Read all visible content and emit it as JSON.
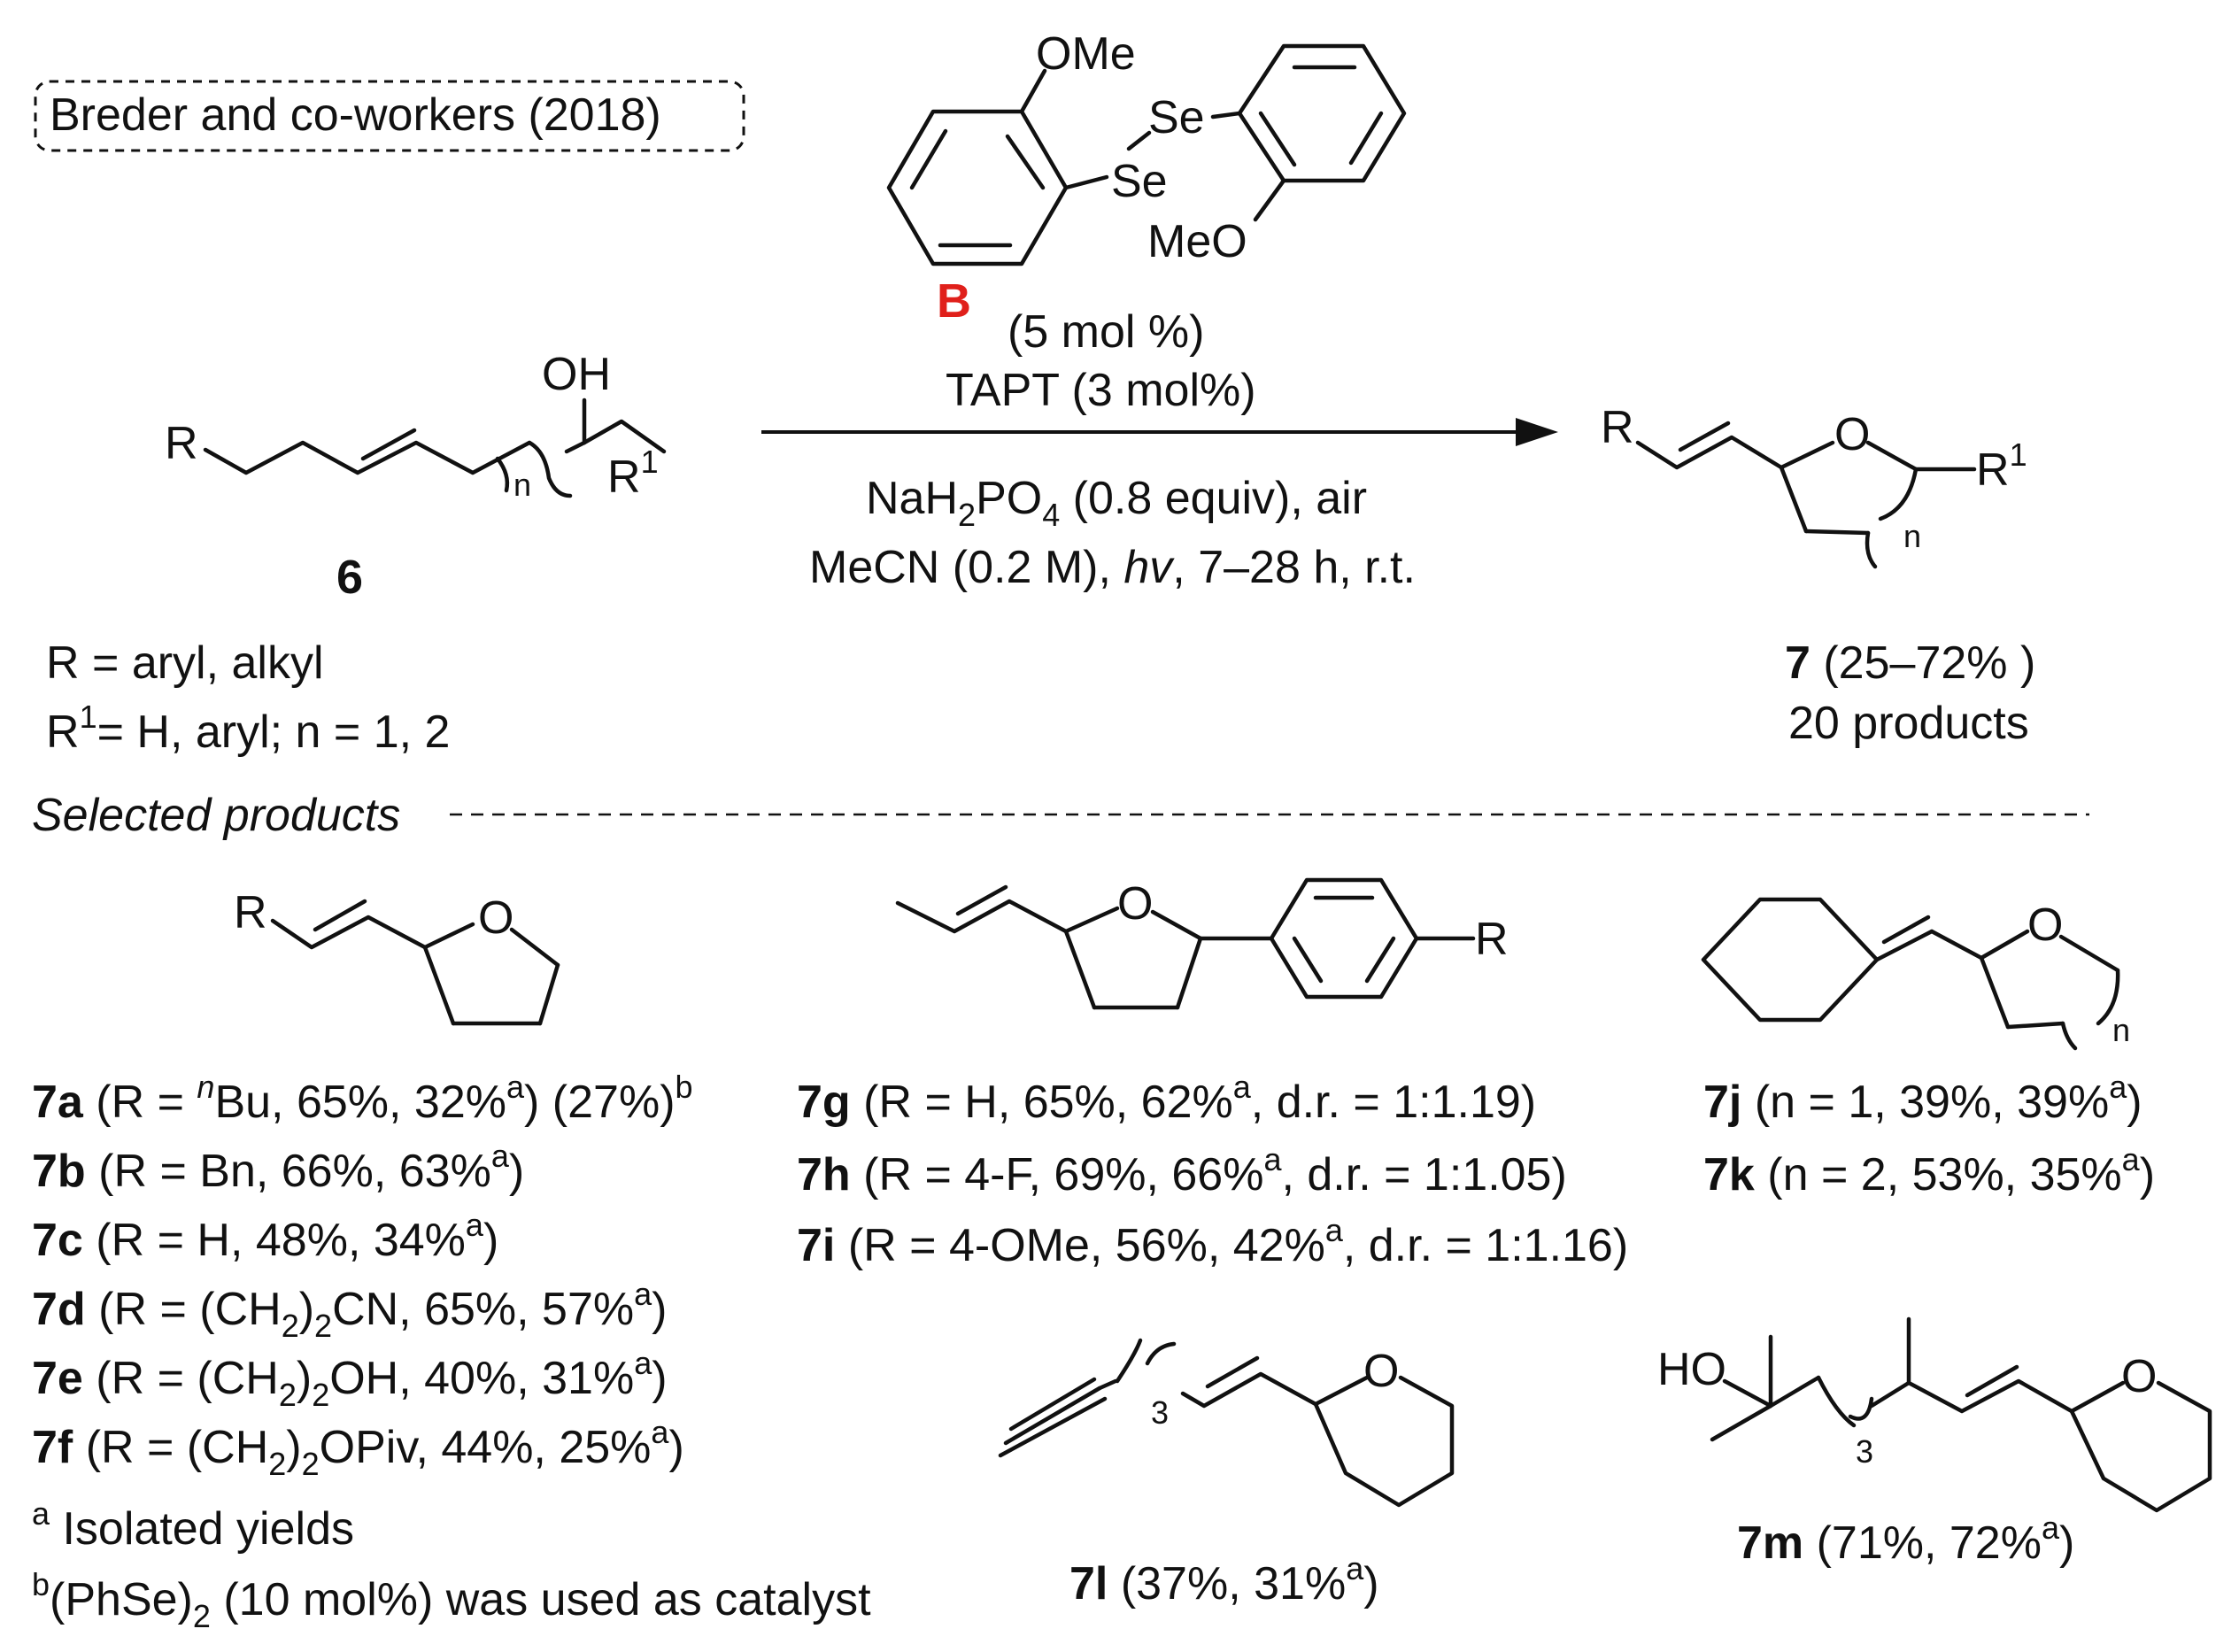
{
  "header": {
    "citation": "Breder and co-workers (2018)"
  },
  "catalyst": {
    "label": "B",
    "label_color": "#e0201b",
    "substituent_top": "OMe",
    "substituent_bottom": "MeO",
    "selenium_1": "Se",
    "selenium_2": "Se",
    "loading": "(5 mol %)"
  },
  "conditions": {
    "above_arrow": [
      "TAPT (3 mol%)"
    ],
    "reagent_line": {
      "a": "NaH",
      "a_sub": "2",
      "b": "PO",
      "b_sub": "4",
      "c": " (0.8 equiv), air"
    },
    "solvent_line": {
      "a": "MeCN (0.2 M), ",
      "hv": "hv",
      "b": ", 7–28 h, r.t."
    }
  },
  "substrate": {
    "number": "6",
    "oh": "OH",
    "r": "R",
    "r1": "R",
    "r1_sup": "1",
    "n": "n",
    "def_line1": "R = aryl, alkyl",
    "def_line2": {
      "r": "R",
      "sup": "1",
      "rest": "= H, aryl; n = 1, 2"
    }
  },
  "product": {
    "number": "7",
    "yield": " (25–72% )",
    "count": "20 products",
    "r": "R",
    "o": "O",
    "r1": "R",
    "r1_sup": "1",
    "n": "n"
  },
  "selected": {
    "heading": "Selected products",
    "group1": {
      "struct_r": "R",
      "struct_o": "O",
      "rows": [
        {
          "id": "7a",
          "parts": [
            " (R = ",
            "n",
            "Bu, 65%, 32%",
            "a",
            ") (27%)",
            "b"
          ]
        },
        {
          "id": "7b",
          "text": " (R = Bn, 66%, 63%",
          "sup": "a",
          "close": ")"
        },
        {
          "id": "7c",
          "text": " (R = H, 48%, 34%",
          "sup": "a",
          "close": ")"
        },
        {
          "id": "7d",
          "pre": " (R = (CH",
          "sub": "2",
          "post": ")",
          "post2": "CN, 65%, 57%",
          "sup": "a",
          "close": ")"
        },
        {
          "id": "7e",
          "pre": " (R = (CH",
          "sub": "2",
          "post": ")",
          "post2": "OH, 40%, 31%",
          "sup": "a",
          "close": ")"
        },
        {
          "id": "7f",
          "pre": " (R = (CH",
          "sub": "2",
          "post": ")",
          "post2": "OPiv, 44%, 25%",
          "sup": "a",
          "close": ")"
        }
      ]
    },
    "group2": {
      "struct_r": "R",
      "struct_o": "O",
      "rows": [
        {
          "id": "7g",
          "text": " (R = H, 65%, 62%",
          "sup": "a",
          "close": ", d.r. = 1:1.19)"
        },
        {
          "id": "7h",
          "text": " (R = 4-F, 69%, 66%",
          "sup": "a",
          "close": ", d.r. = 1:1.05)"
        },
        {
          "id": "7i",
          "text": " (R = 4-OMe, 56%, 42%",
          "sup": "a",
          "close": ", d.r. = 1:1.16)"
        }
      ]
    },
    "group3": {
      "struct_o": "O",
      "struct_n": "n",
      "rows": [
        {
          "id": "7j",
          "text": " (n = 1, 39%, 39%",
          "sup": "a",
          "close": ")"
        },
        {
          "id": "7k",
          "text": " (n = 2, 53%, 35%",
          "sup": "a",
          "close": ")"
        }
      ]
    },
    "product_7l": {
      "id": "7l",
      "text": " (37%, 31%",
      "sup": "a",
      "close": ")",
      "o": "O",
      "sub": "3"
    },
    "product_7m": {
      "id": "7m",
      "text": " (71%, 72%",
      "sup": "a",
      "close": ")",
      "o": "O",
      "ho": "HO",
      "sub": "3"
    },
    "footnotes": {
      "a_mark": "a",
      "a_text": "  Isolated yields",
      "b_mark": "b",
      "b_pre": "(PhSe)",
      "b_sub": "2",
      "b_post": " (10 mol%) was used as catalyst"
    }
  }
}
